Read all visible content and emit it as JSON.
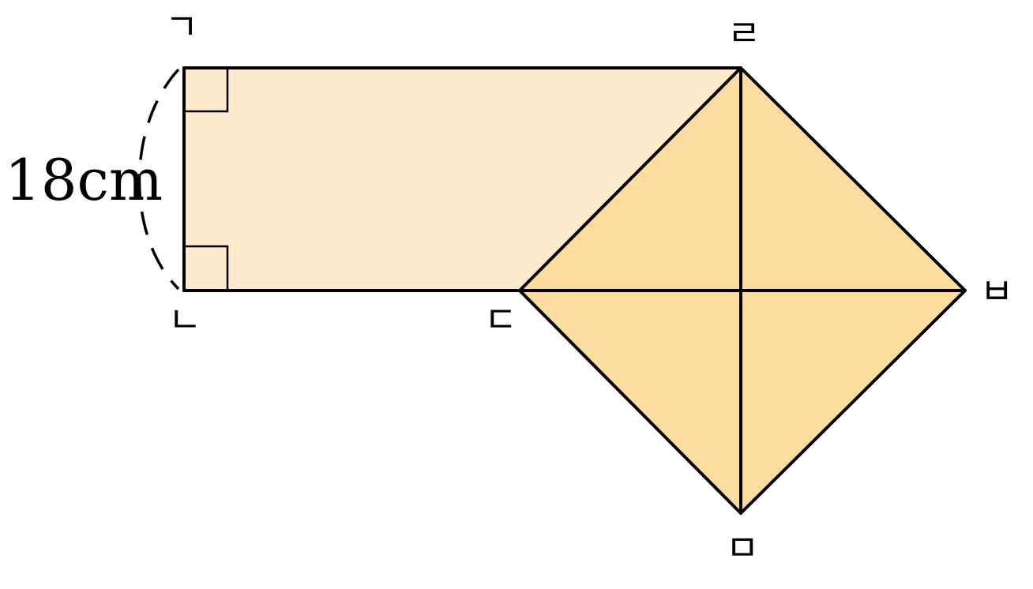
{
  "figure": {
    "vertices": {
      "a": "ㄱ",
      "b": "ㄴ",
      "c": "ㄷ",
      "d": "ㄹ",
      "e": "ㅁ",
      "f": "ㅂ"
    },
    "side_label": "18cm",
    "colors": {
      "rectangle_fill": "#FDEBCB",
      "square_fill": "#FDDCA0",
      "stroke": "#000000"
    }
  }
}
